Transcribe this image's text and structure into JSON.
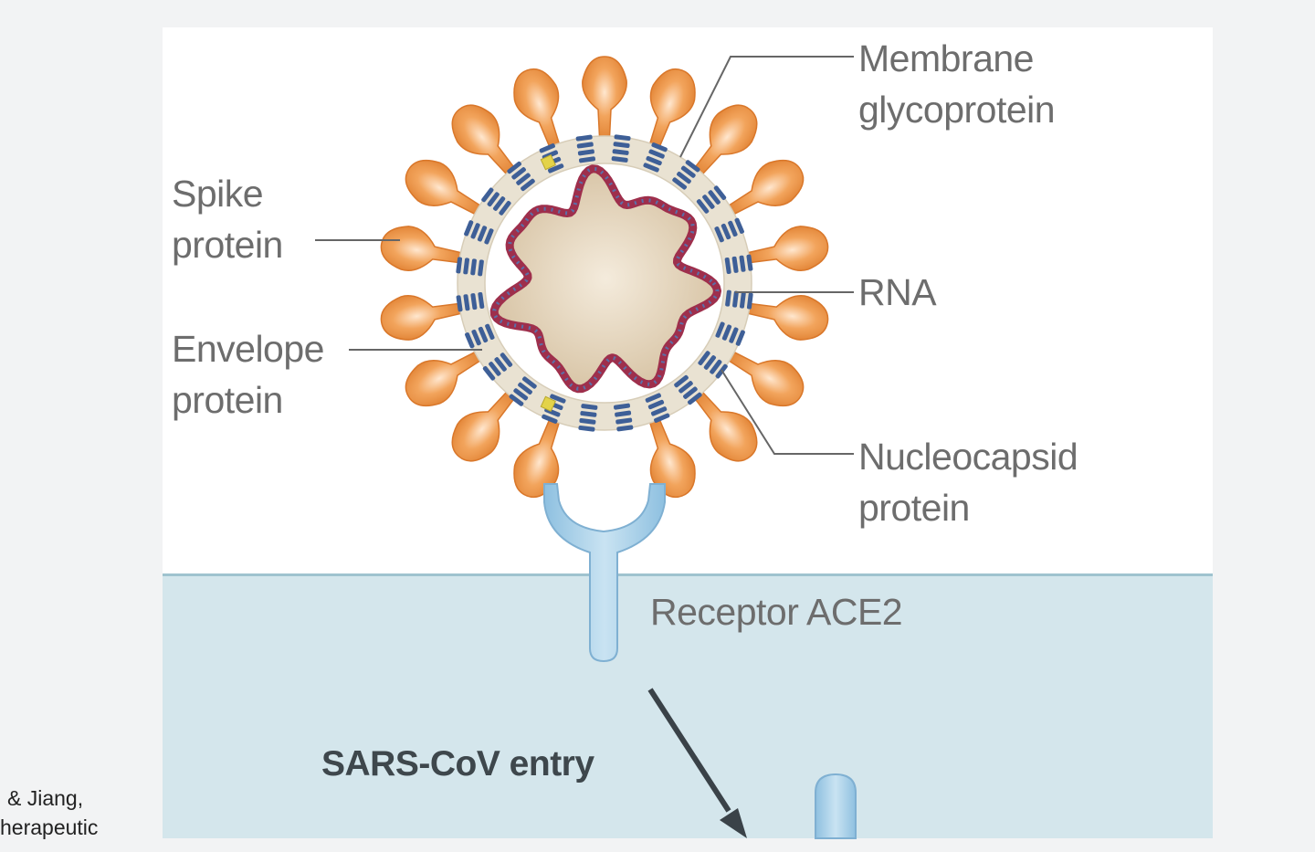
{
  "labels": {
    "membrane": [
      "Membrane",
      "glycoprotein"
    ],
    "spike": [
      "Spike",
      "protein"
    ],
    "envelope": [
      "Envelope",
      "protein"
    ],
    "rna": "RNA",
    "nucleocapsid": [
      "Nucleocapsid",
      "protein"
    ],
    "receptor": "Receptor ACE2",
    "entry": "SARS-CoV entry"
  },
  "citation": [
    "& Jiang,",
    "herapeutic"
  ],
  "colors": {
    "spike": "#e8883a",
    "envelope_ring": "#e9e2d2",
    "membrane_protein": "#3e5f97",
    "nucleocapsid": "#9e2f4c",
    "core": "#e3d3bb",
    "receptor": "#9cc8e3",
    "cell": "#d4e6ec"
  }
}
